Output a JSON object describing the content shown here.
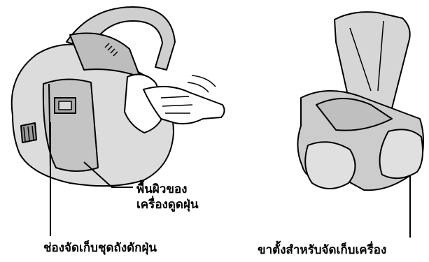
{
  "labels": {
    "surface_line1": "พื้นผิวของ",
    "surface_line2": "เครื่องดูดฝุ่น",
    "compartment": "ช่องจัดเก็บชุดถังดักฝุ่น",
    "stand": "ขาตั้งสำหรับจัดเก็บเครื่อง"
  },
  "colors": {
    "body_fill": "#dcdcdc",
    "body_shade": "#b9b9b9",
    "outline": "#000000",
    "hand_fill": "#ffffff"
  }
}
